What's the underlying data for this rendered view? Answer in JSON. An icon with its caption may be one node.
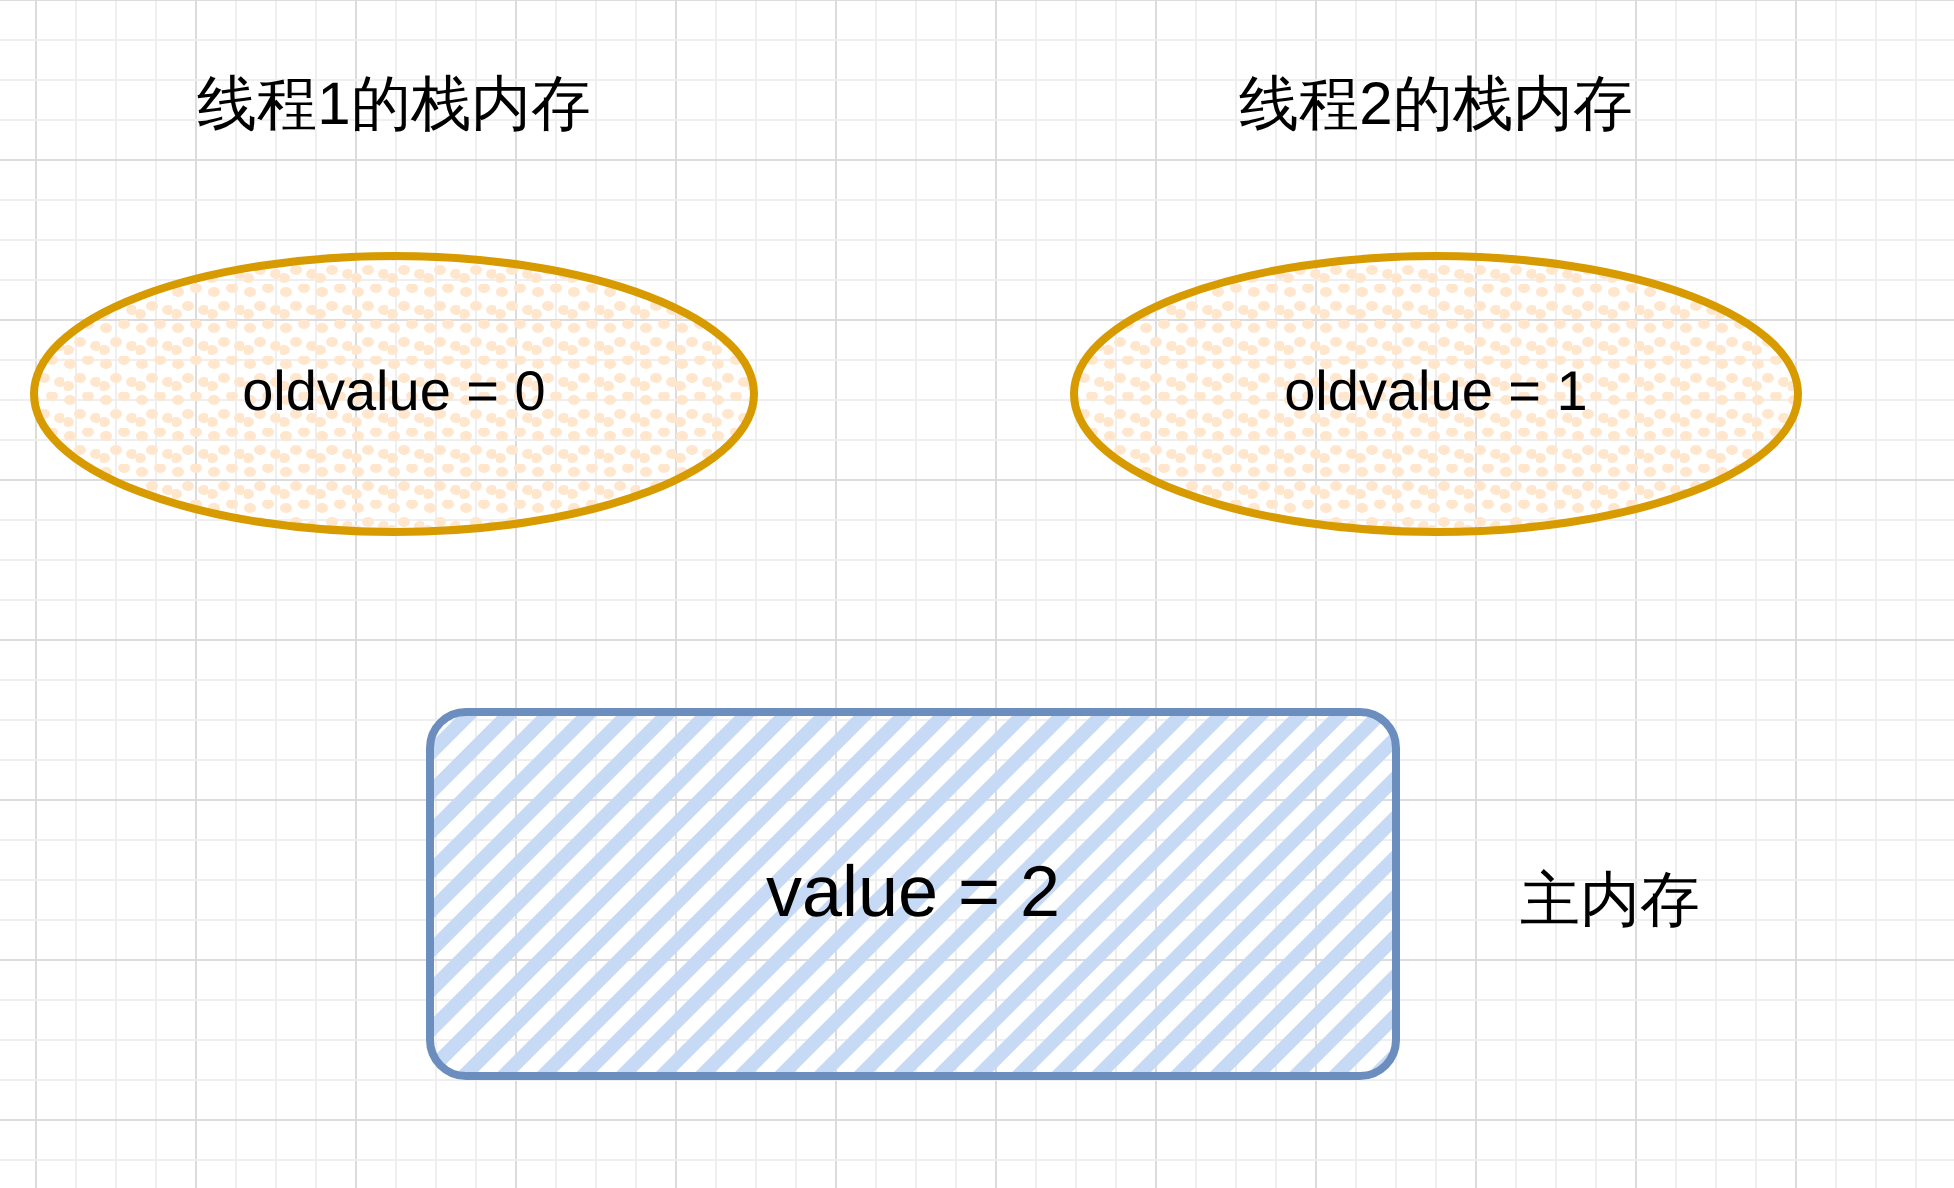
{
  "diagram": {
    "nodes": [
      {
        "text": [
          "线程1的栈内存",
          "oldvalue = 0"
        ]
      },
      {
        "text": [
          "线程2的栈内存",
          "oldvalue = 1"
        ]
      },
      {
        "text": [
          "value = 2"
        ],
        "beside": [
          "主内存"
        ]
      }
    ]
  }
}
